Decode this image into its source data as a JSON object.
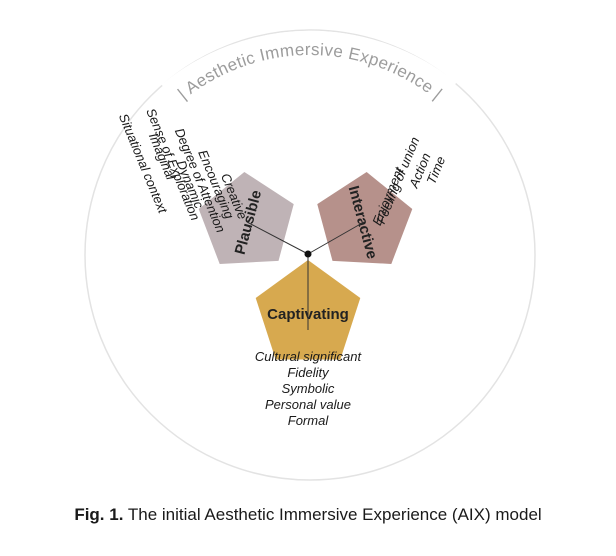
{
  "title": "Aesthetic Immersive Experience",
  "nodes": {
    "plausible": {
      "label": "Plausible",
      "color": "#bfb3b6"
    },
    "interactive": {
      "label": "Interactive",
      "color": "#b6918b"
    },
    "captivating": {
      "label": "Captivating",
      "color": "#d7a94f"
    }
  },
  "plausible_items": [
    "Situational context",
    "Imaginal",
    "Sense of Exploration",
    "Dynamic",
    "Degree of Attention",
    "Encouraging",
    "Creative"
  ],
  "interactive_items": [
    "Time",
    "Action",
    "Feeling of union",
    "Enjoyment"
  ],
  "captivating_items": [
    "Cultural significant",
    "Fidelity",
    "Symbolic",
    "Personal value",
    "Formal"
  ],
  "caption": {
    "label": "Fig. 1.",
    "text": " The initial Aesthetic Immersive Experience (AIX) model"
  }
}
